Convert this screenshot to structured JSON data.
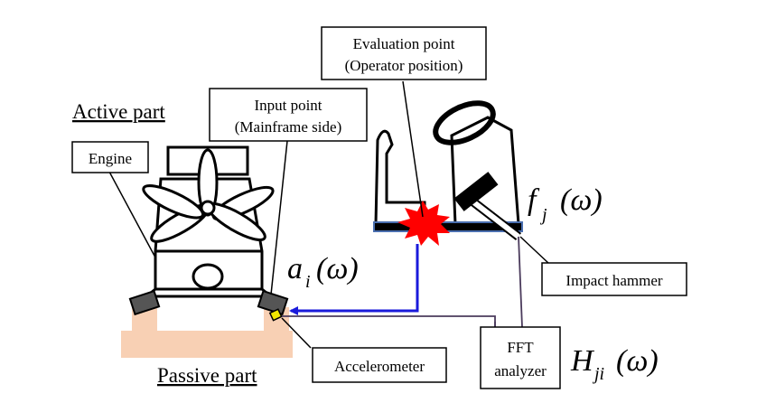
{
  "labels": {
    "active_part": "Active part",
    "passive_part": "Passive part",
    "engine": "Engine",
    "input_point_line1": "Input point",
    "input_point_line2": "(Mainframe side)",
    "evaluation_point_line1": "Evaluation point",
    "evaluation_point_line2": "(Operator position)",
    "impact_hammer": "Impact hammer",
    "accelerometer": "Accelerometer",
    "fft_line1": "FFT",
    "fft_line2": "analyzer"
  },
  "math": {
    "a_main": "a",
    "a_sub": "i",
    "a_arg": "(ω)",
    "f_main": "f",
    "f_sub": "j",
    "f_arg": "(ω)",
    "h_main": "H",
    "h_sub": "ji",
    "h_arg": "(ω)"
  },
  "colors": {
    "signal_arrow": "#1a1adb",
    "cable": "#4b3b5c",
    "pad": "#f8d0b4",
    "burst": "#ff0000",
    "mount": "#555555",
    "accelerometer": "#f2e600"
  }
}
